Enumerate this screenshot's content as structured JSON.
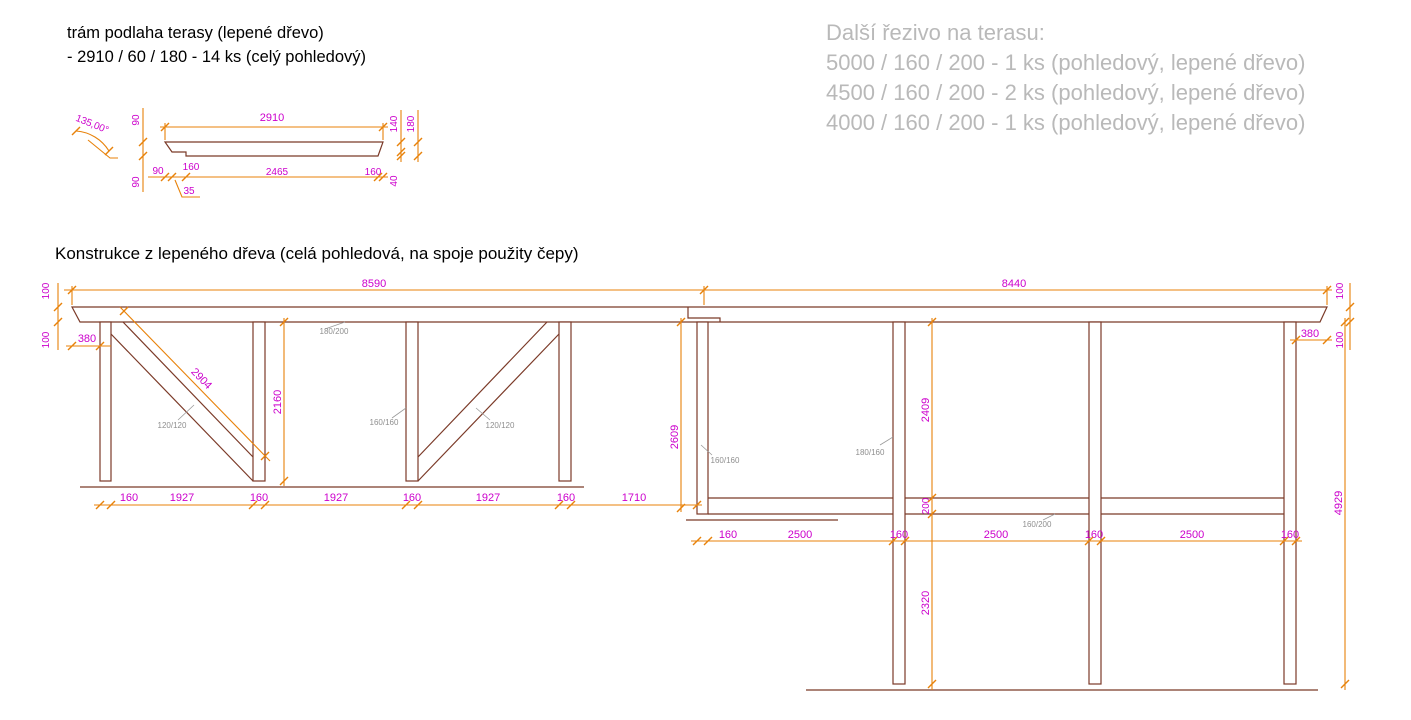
{
  "beam_note": {
    "title": "trám podlaha terasy (lepené dřevo)",
    "spec": "- 2910 / 60 / 180 - 14 ks (celý pohledový)"
  },
  "lumber_note": {
    "title": "Další řezivo na terasu:",
    "items": [
      "5000 / 160 / 200 - 1 ks (pohledový, lepené dřevo)",
      "4500 / 160 / 200 - 2 ks (pohledový, lepené dřevo)",
      "4000 / 160 / 200 - 1 ks (pohledový, lepené dřevo)"
    ]
  },
  "structure_heading": "Konstrukce z lepeného dřeva (celá pohledová, na spoje použity čepy)",
  "beam_detail": {
    "angle": "135,00°",
    "length": "2910",
    "left_top": "90",
    "left_bottom": "90",
    "right_upper": "140",
    "right_total": "180",
    "right_lower": "40",
    "bottom": [
      "90",
      "160",
      "2465",
      "160"
    ],
    "notch": "35"
  },
  "structure": {
    "span_left": "8590",
    "span_right": "8440",
    "beam_height_left": [
      "100",
      "100"
    ],
    "beam_height_right": [
      "100",
      "100"
    ],
    "overhang_left": "380",
    "overhang_right": "380",
    "brace_length": "2904",
    "left_post_height": "2160",
    "joint_post_height": "2609",
    "upper_height": "2409",
    "rail_height": "200",
    "lower_height": "2320",
    "total_height": "4929",
    "sections": {
      "top_beam": "180/200",
      "left_brace": "120/120",
      "left_post": "160/160",
      "right_brace": "120/120",
      "joint_post": "160/160",
      "right_post": "180/160",
      "rail": "160/200"
    },
    "bottom_dims_left": [
      "160",
      "1927",
      "160",
      "1927",
      "160",
      "1927",
      "160",
      "1710"
    ],
    "bottom_dims_right": [
      "160",
      "2500",
      "160",
      "2500",
      "160",
      "2500",
      "160"
    ]
  },
  "colors": {
    "structure": "#7b3a28",
    "dimension_line": "#e8820a",
    "dimension_text": "#cc00cc",
    "section_label": "#8f8f8f",
    "note": "#000000",
    "secondary_note": "#b9b9b9"
  }
}
